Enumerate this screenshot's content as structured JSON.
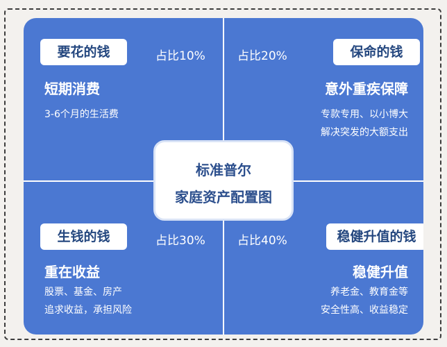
{
  "center": {
    "line1": "标准普尔",
    "line2": "家庭资产配置图"
  },
  "quadrants": {
    "top_left": {
      "label": "要花的钱",
      "percent": "占比10%",
      "heading": "短期消费",
      "desc": [
        "3-6个月的生活费"
      ]
    },
    "top_right": {
      "label": "保命的钱",
      "percent": "占比20%",
      "heading": "意外重疾保障",
      "desc": [
        "专款专用、以小博大",
        "解决突发的大额支出"
      ]
    },
    "bottom_left": {
      "label": "生钱的钱",
      "percent": "占比30%",
      "heading": "重在收益",
      "desc": [
        "股票、基金、房产",
        "追求收益，承担风险"
      ]
    },
    "bottom_right": {
      "label": "稳健升值的钱",
      "percent": "占比40%",
      "heading": "稳健升值",
      "desc": [
        "养老金、教育金等",
        "安全性高、收益稳定"
      ]
    }
  },
  "colors": {
    "board": "#4b78d2",
    "label_text": "#24477f",
    "divider": "#ffffff"
  }
}
